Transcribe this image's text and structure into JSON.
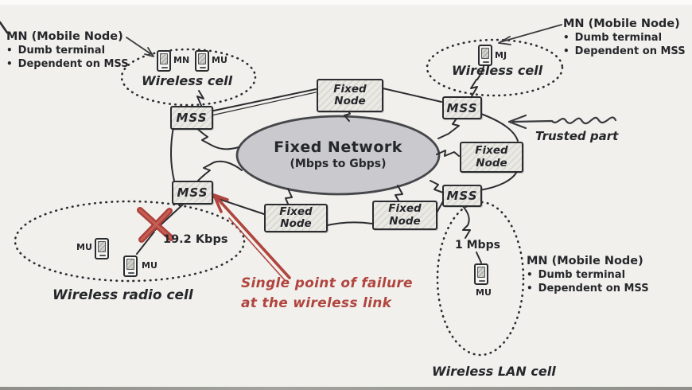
{
  "colors": {
    "background": "#f1f0ed",
    "ink": "#2b2c2f",
    "box_fill": "#eae9e4",
    "network_fill": "#c9c9ce",
    "alert_red": "#b0453e"
  },
  "annotations": {
    "bullet": "•",
    "top_left": {
      "title": "MN (Mobile Node)",
      "bullets": [
        "Dumb terminal",
        "Dependent on MSS"
      ]
    },
    "top_right": {
      "title": "MN (Mobile Node)",
      "bullets": [
        "Dumb terminal",
        "Dependent on MSS"
      ]
    },
    "bottom_right": {
      "title": "MN (Mobile Node)",
      "bullets": [
        "Dumb terminal",
        "Dependent on MSS"
      ]
    },
    "failure": {
      "line1": "Single point of failure",
      "line2": "at the wireless link"
    },
    "trusted_label": "Trusted part"
  },
  "network": {
    "center_title": "Fixed Network",
    "center_subtitle": "(Mbps to Gbps)",
    "fixed_node_line1": "Fixed",
    "fixed_node_line2": "Node",
    "mss_label": "MSS"
  },
  "cells": {
    "top_left": {
      "label": "Wireless cell",
      "devices": [
        "MN",
        "MU"
      ]
    },
    "top_right": {
      "label": "Wireless cell",
      "devices": [
        "MJ"
      ]
    },
    "radio": {
      "label": "Wireless radio cell",
      "devices": [
        "MU",
        "MU"
      ],
      "rate": "19.2 Kbps"
    },
    "lan": {
      "label": "Wireless LAN cell",
      "devices": [
        "MU"
      ],
      "rate": "1 Mbps"
    }
  }
}
